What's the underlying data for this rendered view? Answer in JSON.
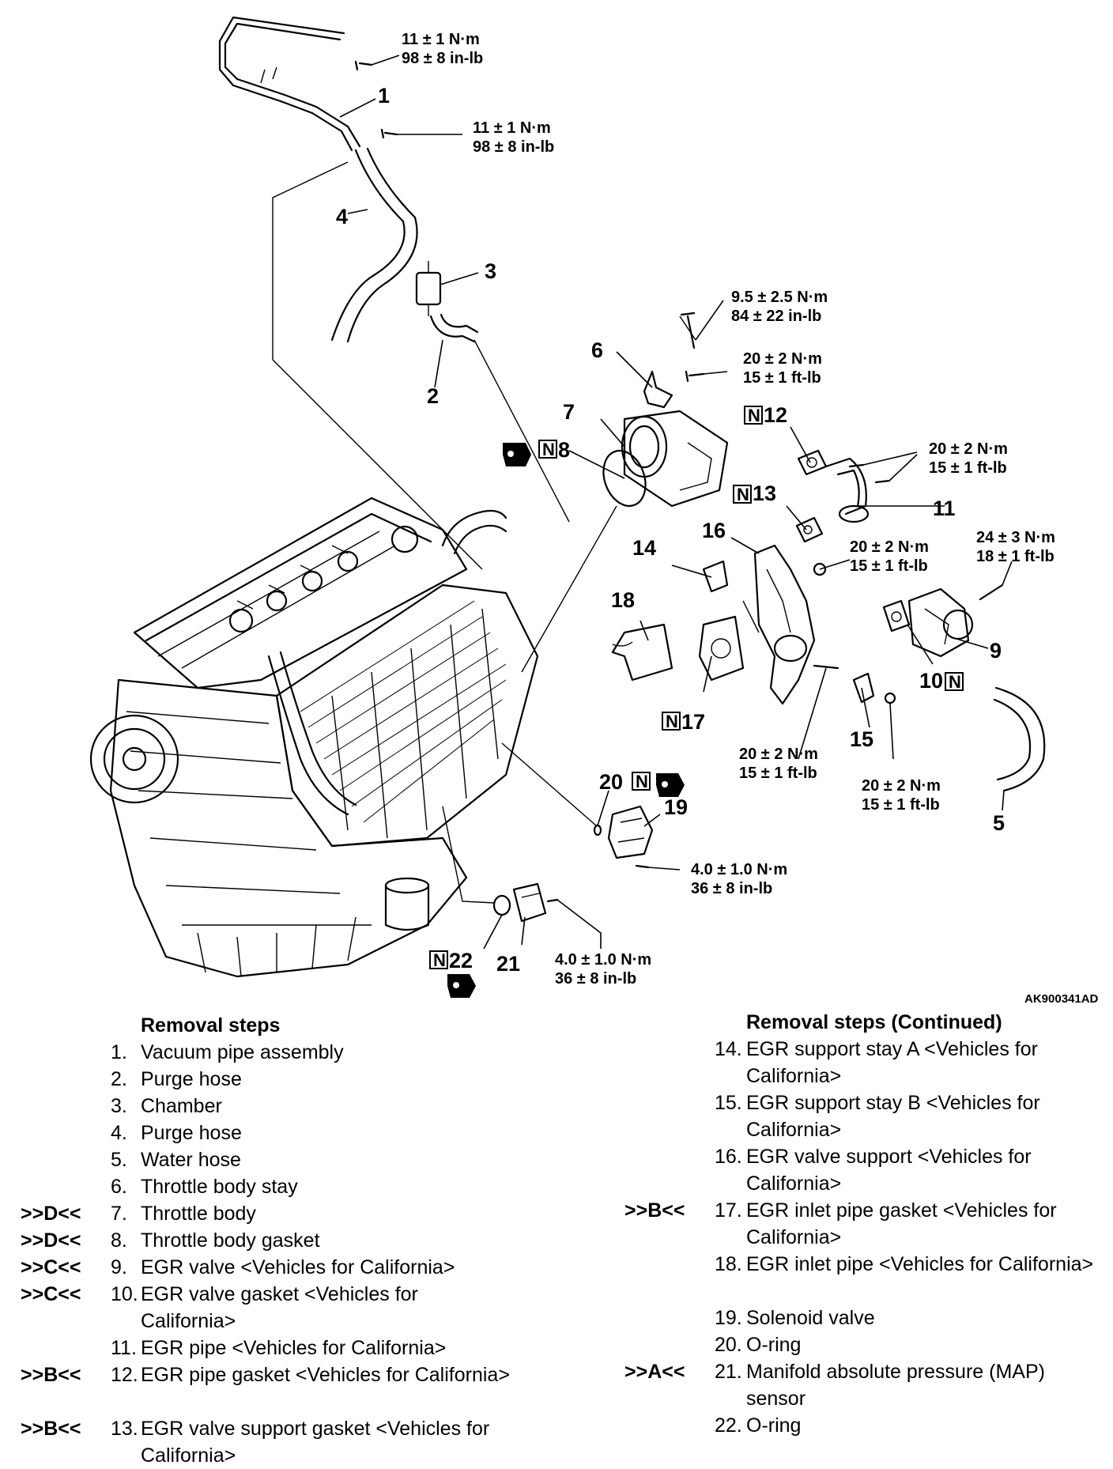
{
  "figure_code": "AK900341AD",
  "callouts": {
    "p1": "1",
    "p2": "2",
    "p3": "3",
    "p4": "4",
    "p5": "5",
    "p6": "6",
    "p7": "7",
    "p8": "8",
    "p9": "9",
    "p10": "10",
    "p11": "11",
    "p12": "12",
    "p13": "13",
    "p14": "14",
    "p15": "15",
    "p16": "16",
    "p17": "17",
    "p18": "18",
    "p19": "19",
    "p20": "20",
    "p21": "21",
    "p22": "22"
  },
  "torque": {
    "t_vac1_a": "11 ± 1 N·m",
    "t_vac1_b": "98 ± 8 in-lb",
    "t_vac2_a": "11 ± 1 N·m",
    "t_vac2_b": "98 ± 8 in-lb",
    "t_stay1_a": "9.5 ± 2.5 N·m",
    "t_stay1_b": "84 ± 22 in-lb",
    "t_stay2_a": "20 ± 2 N·m",
    "t_stay2_b": "15 ± 1 ft-lb",
    "t_egrpipe_a": "20 ± 2 N·m",
    "t_egrpipe_b": "15 ± 1 ft-lb",
    "t_egrv_a": "24 ± 3 N·m",
    "t_egrv_b": "18 ± 1 ft-lb",
    "t_support_a": "20 ± 2 N·m",
    "t_support_b": "15 ± 1 ft-lb",
    "t_bolt15_a": "20 ± 2 N·m",
    "t_bolt15_b": "15 ± 1 ft-lb",
    "t_nut15_a": "20 ± 2 N·m",
    "t_nut15_b": "15 ± 1 ft-lb",
    "t_sol_a": "4.0 ± 1.0 N·m",
    "t_sol_b": "36 ± 8 in-lb",
    "t_map_a": "4.0 ± 1.0 N·m",
    "t_map_b": "36 ± 8 in-lb"
  },
  "steps_left": {
    "heading": "Removal steps",
    "items": [
      {
        "mark": "",
        "num": "1.",
        "text": "Vacuum pipe assembly"
      },
      {
        "mark": "",
        "num": "2.",
        "text": "Purge hose"
      },
      {
        "mark": "",
        "num": "3.",
        "text": "Chamber"
      },
      {
        "mark": "",
        "num": "4.",
        "text": "Purge hose"
      },
      {
        "mark": "",
        "num": "5.",
        "text": "Water hose"
      },
      {
        "mark": "",
        "num": "6.",
        "text": "Throttle body stay"
      },
      {
        "mark": ">>D<<",
        "num": "7.",
        "text": "Throttle body"
      },
      {
        "mark": ">>D<<",
        "num": "8.",
        "text": "Throttle body gasket"
      },
      {
        "mark": ">>C<<",
        "num": "9.",
        "text": "EGR valve <Vehicles for California>"
      },
      {
        "mark": ">>C<<",
        "num": "10.",
        "text": "EGR valve gasket <Vehicles for California>"
      },
      {
        "mark": "",
        "num": "11.",
        "text": "EGR pipe <Vehicles for California>"
      },
      {
        "mark": ">>B<<",
        "num": "12.",
        "text": "EGR pipe gasket <Vehicles for California>"
      },
      {
        "mark": ">>B<<",
        "num": "13.",
        "text": "EGR valve support gasket <Vehicles for California>"
      }
    ]
  },
  "steps_right": {
    "heading": "Removal steps (Continued)",
    "items": [
      {
        "mark": "",
        "num": "14.",
        "text": "EGR support stay A <Vehicles for California>"
      },
      {
        "mark": "",
        "num": "15.",
        "text": "EGR support stay B <Vehicles for California>"
      },
      {
        "mark": "",
        "num": "16.",
        "text": "EGR valve support <Vehicles for California>"
      },
      {
        "mark": ">>B<<",
        "num": "17.",
        "text": "EGR inlet pipe gasket <Vehicles for California>"
      },
      {
        "mark": "",
        "num": "18.",
        "text": "EGR inlet pipe <Vehicles for California>"
      },
      {
        "mark": "",
        "num": "19.",
        "text": "Solenoid valve"
      },
      {
        "mark": "",
        "num": "20.",
        "text": "O-ring"
      },
      {
        "mark": ">>A<<",
        "num": "21.",
        "text": "Manifold absolute pressure (MAP) sensor"
      },
      {
        "mark": "",
        "num": "22.",
        "text": "O-ring"
      }
    ]
  }
}
